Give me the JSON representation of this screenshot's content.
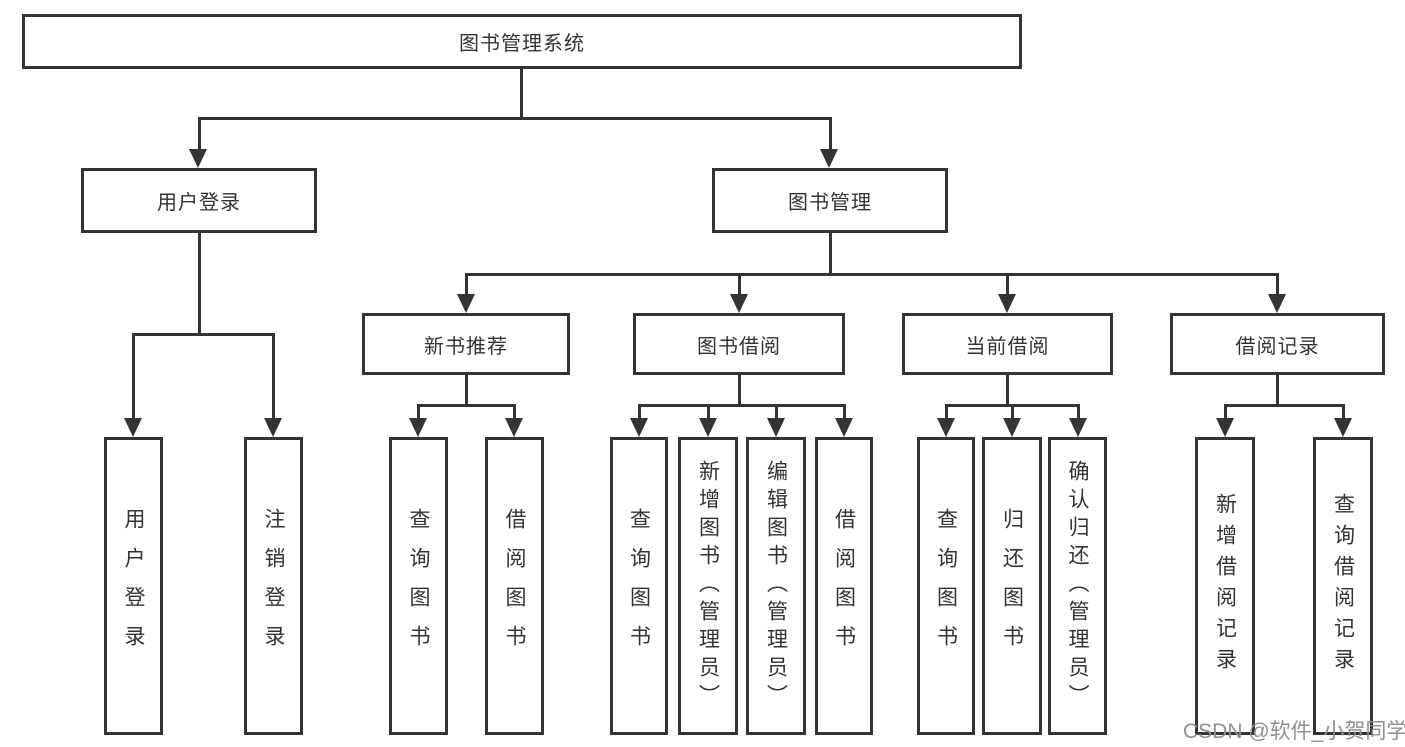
{
  "tree": {
    "root": "图书管理系统",
    "user_login": {
      "label": "用户登录",
      "children": [
        "用户登录",
        "注销登录"
      ]
    },
    "book_mgmt": {
      "label": "图书管理",
      "modules": {
        "new_books": {
          "label": "新书推荐",
          "children": [
            "查询图书",
            "借阅图书"
          ]
        },
        "borrow": {
          "label": "图书借阅",
          "children": [
            "查询图书",
            "新增图书（管理员）",
            "编辑图书（管理员）",
            "借阅图书"
          ]
        },
        "current": {
          "label": "当前借阅",
          "children": [
            "查询图书",
            "归还图书",
            "确认归还（管理员）"
          ]
        },
        "records": {
          "label": "借阅记录",
          "children": [
            "新增借阅记录",
            "查询借阅记录"
          ]
        }
      }
    }
  },
  "watermark": {
    "text": "CSDN @软件_小贺同学"
  },
  "colors": {
    "line": "#343434",
    "text": "#333333",
    "watermark_text": "#8f8f8f",
    "background": "#ffffff"
  }
}
